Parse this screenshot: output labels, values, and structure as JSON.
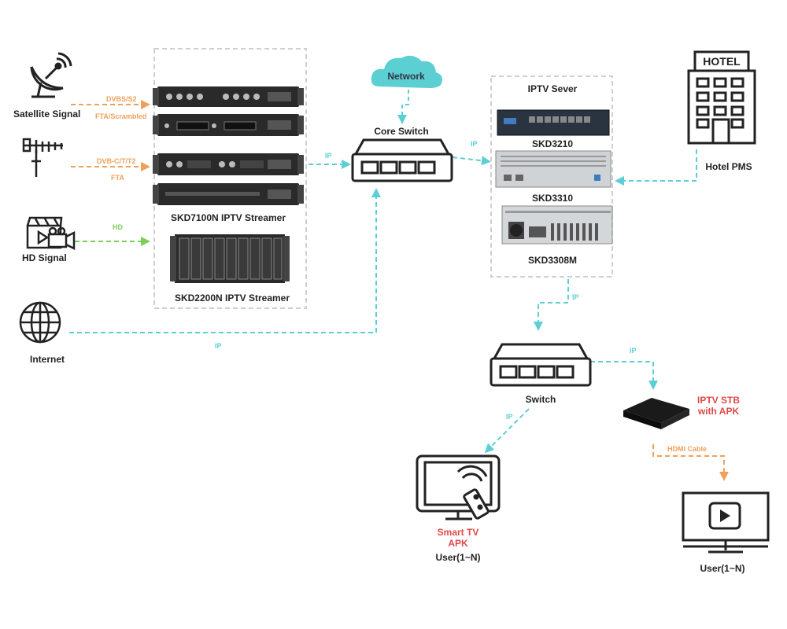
{
  "sources": {
    "satellite": {
      "label": "Satellite Signal",
      "signal_top": "DVBS/S2",
      "signal_bottom": "FTA/Scrambled"
    },
    "antenna": {
      "signal_top": "DVB-C/T/T2",
      "signal_bottom": "FTA"
    },
    "hd": {
      "label": "HD Signal",
      "signal": "HD"
    },
    "internet": {
      "label": "Internet",
      "link": "IP"
    }
  },
  "streamers": {
    "group1_label": "SKD7100N IPTV Streamer",
    "group2_label": "SKD2200N IPTV Streamer",
    "link": "IP"
  },
  "network": {
    "cloud_label": "Network"
  },
  "core_switch": {
    "label": "Core Switch",
    "link_out": "IP"
  },
  "iptv_server": {
    "title": "IPTV Sever",
    "items": [
      {
        "label": "SKD3210"
      },
      {
        "label": "SKD3310"
      },
      {
        "label": "SKD3308M"
      }
    ],
    "link_out": "IP"
  },
  "hotel": {
    "sign": "HOTEL",
    "label": "Hotel PMS"
  },
  "switch": {
    "label": "Switch",
    "link_left": "IP",
    "link_right": "IP"
  },
  "smart_tv": {
    "label_line1": "Smart TV",
    "label_line2": "APK",
    "user": "User(1~N)"
  },
  "stb": {
    "label_line1": "IPTV STB",
    "label_line2": "with APK",
    "cable": "HDMI Cable",
    "user": "User(1~N)"
  },
  "colors": {
    "cyan": "#5ccfd3",
    "orange": "#f0a05a",
    "green": "#7acf5a",
    "red": "#e04848",
    "device": "#2a2a2a"
  }
}
